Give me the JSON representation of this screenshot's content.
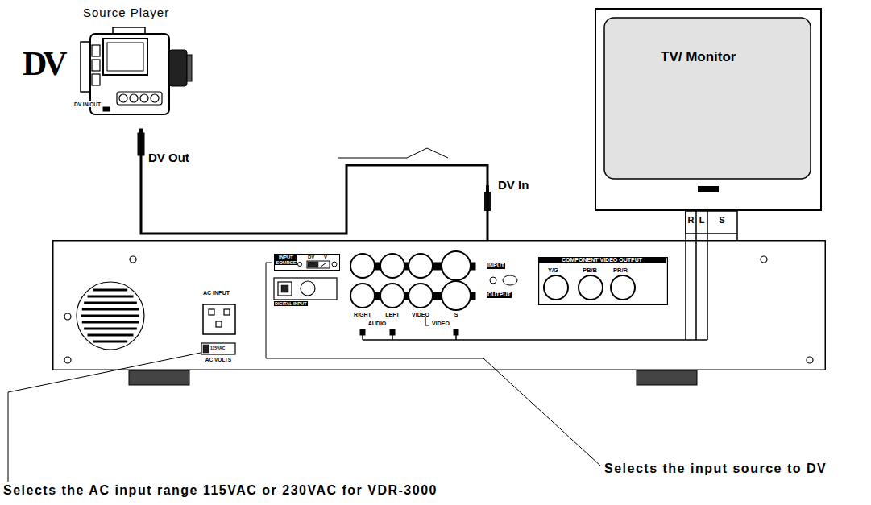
{
  "diagram": {
    "nodes": [
      {
        "text": [
          "Source Player",
          "DV IN/OUT"
        ]
      },
      {
        "text": [
          "TV/ Monitor"
        ]
      },
      {
        "text": [
          "AC INPUT"
        ]
      },
      {
        "text": [
          "INPUT SOURCE",
          "DV",
          "V"
        ],
        "in": 2
      },
      {
        "text": [
          "COMPONENT VIDEO OUTPUT",
          "Y/G",
          "PB/B",
          "PR/R"
        ],
        "in": 2
      }
    ],
    "edges": [
      {
        "from": 0,
        "to": 2,
        "arrow": "none"
      },
      {
        "from": 2,
        "to": 1,
        "arrow": "none"
      },
      {
        "from": 2,
        "to": 1,
        "arrow": "none"
      },
      {
        "from": 2,
        "to": 1,
        "arrow": "none"
      }
    ],
    "labels": [
      "DV",
      "DV Out",
      "DV In",
      "R",
      "L",
      "S",
      "RIGHT",
      "LEFT",
      "VIDEO",
      "S",
      "AUDIO",
      "VIDEO",
      "INPUT",
      "OUTPUT",
      "DIGITAL INPUT",
      "115VAC",
      "AC VOLTS",
      "Selects the input source to DV",
      "Selects the AC input range 115VAC or 230VAC for VDR-3000"
    ]
  }
}
